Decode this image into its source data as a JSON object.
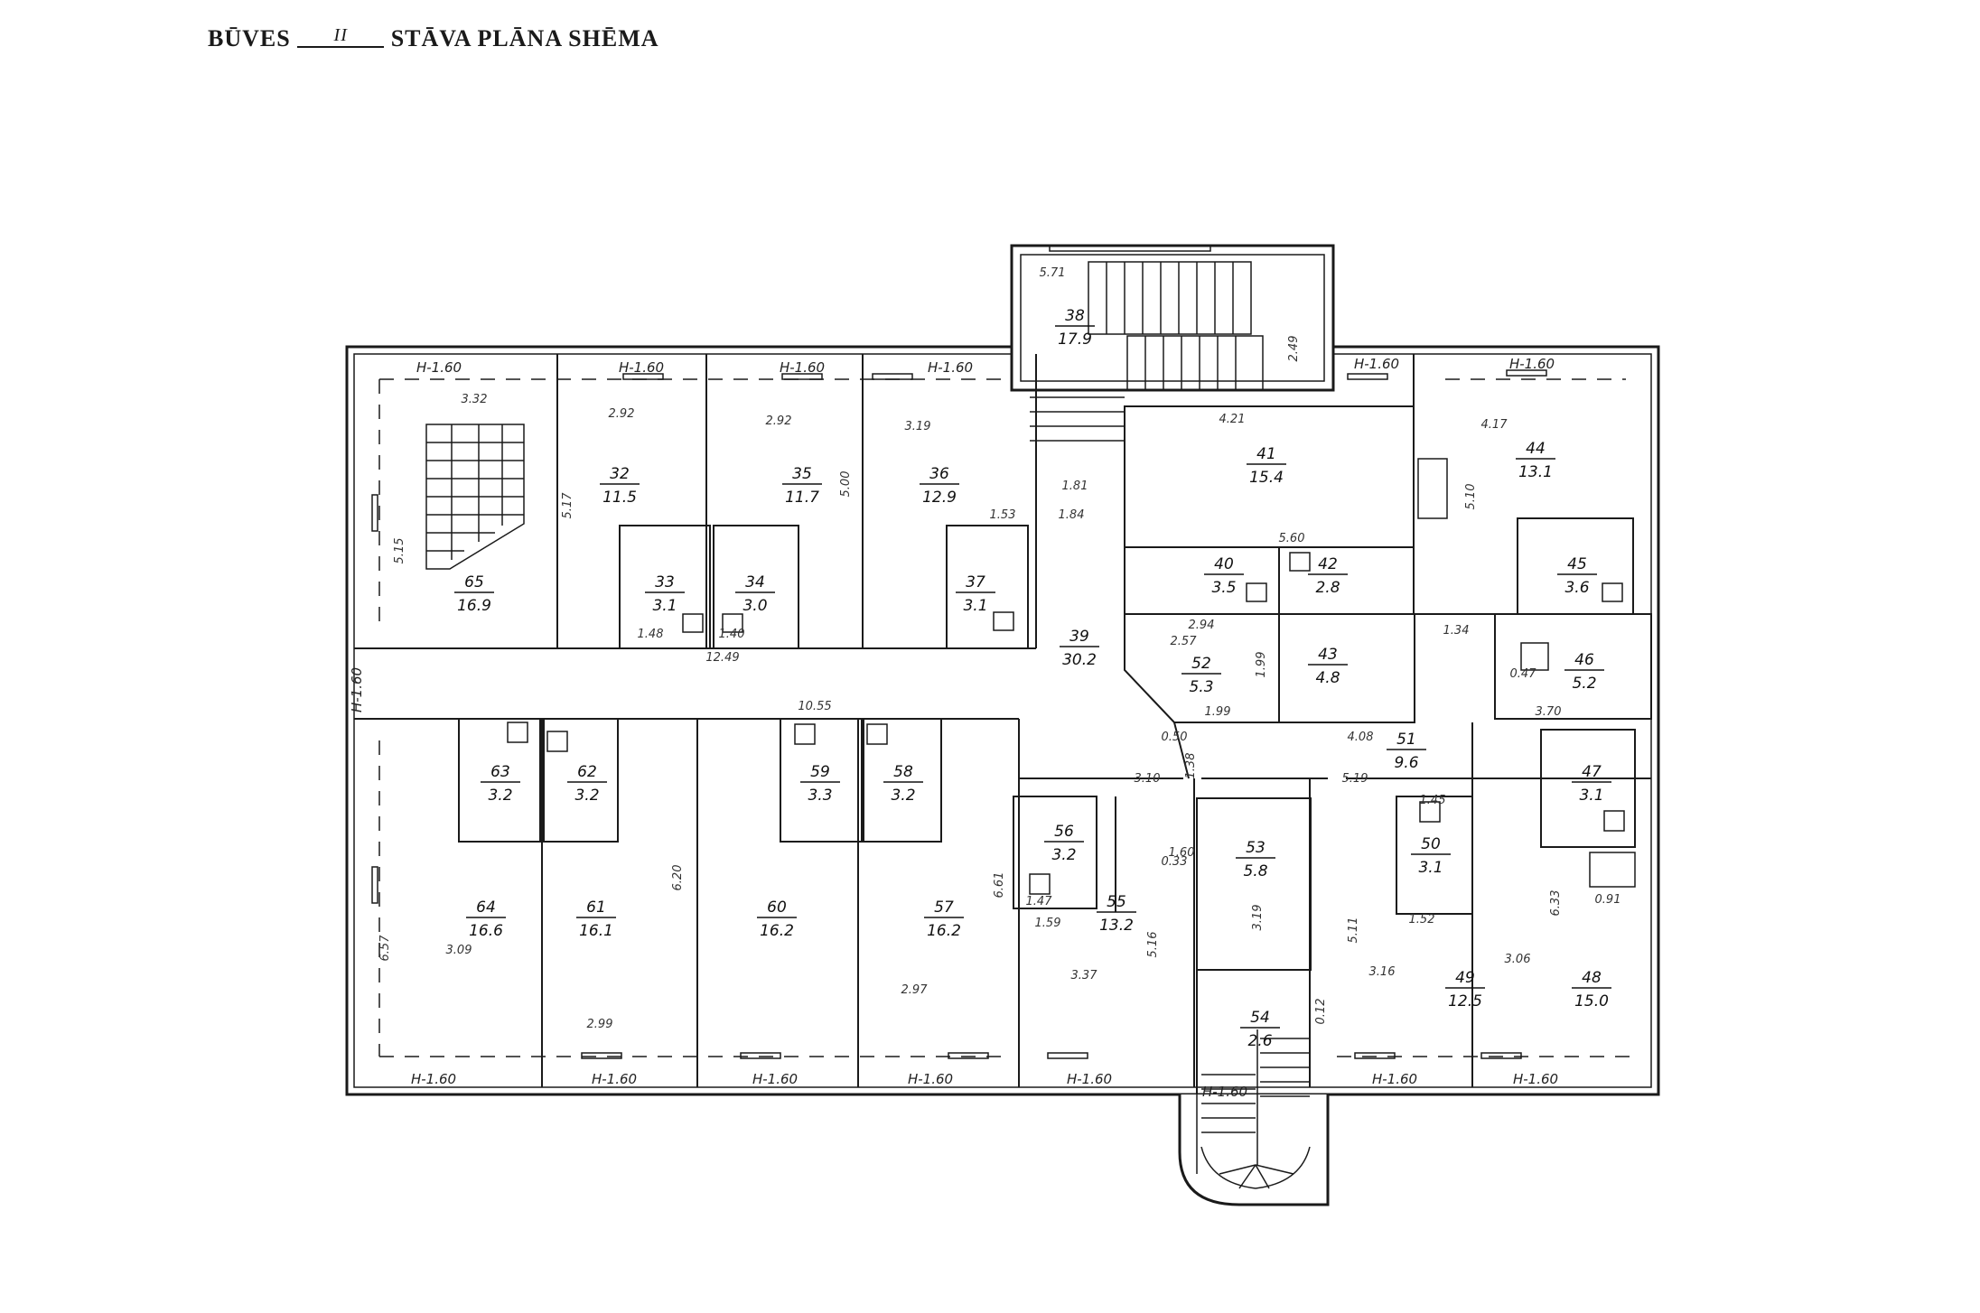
{
  "title": {
    "before": "BŪVES",
    "floor": "II",
    "after": "STĀVA PLĀNA SHĒMA"
  },
  "rooms": [
    {
      "n": "38",
      "a": "17.9"
    },
    {
      "n": "65",
      "a": "16.9"
    },
    {
      "n": "32",
      "a": "11.5"
    },
    {
      "n": "35",
      "a": "11.7"
    },
    {
      "n": "36",
      "a": "12.9"
    },
    {
      "n": "41",
      "a": "15.4"
    },
    {
      "n": "44",
      "a": "13.1"
    },
    {
      "n": "33",
      "a": "3.1"
    },
    {
      "n": "34",
      "a": "3.0"
    },
    {
      "n": "37",
      "a": "3.1"
    },
    {
      "n": "40",
      "a": "3.5"
    },
    {
      "n": "42",
      "a": "2.8"
    },
    {
      "n": "45",
      "a": "3.6"
    },
    {
      "n": "39",
      "a": "30.2"
    },
    {
      "n": "52",
      "a": "5.3"
    },
    {
      "n": "43",
      "a": "4.8"
    },
    {
      "n": "46",
      "a": "5.2"
    },
    {
      "n": "51",
      "a": "9.6"
    },
    {
      "n": "63",
      "a": "3.2"
    },
    {
      "n": "62",
      "a": "3.2"
    },
    {
      "n": "59",
      "a": "3.3"
    },
    {
      "n": "58",
      "a": "3.2"
    },
    {
      "n": "47",
      "a": "3.1"
    },
    {
      "n": "56",
      "a": "3.2"
    },
    {
      "n": "53",
      "a": "5.8"
    },
    {
      "n": "50",
      "a": "3.1"
    },
    {
      "n": "64",
      "a": "16.6"
    },
    {
      "n": "61",
      "a": "16.1"
    },
    {
      "n": "60",
      "a": "16.2"
    },
    {
      "n": "57",
      "a": "16.2"
    },
    {
      "n": "55",
      "a": "13.2"
    },
    {
      "n": "49",
      "a": "12.5"
    },
    {
      "n": "48",
      "a": "15.0"
    },
    {
      "n": "54",
      "a": "2.6"
    }
  ],
  "heights": [
    "H-1.60",
    "H-1.60",
    "H-1.60",
    "H-1.60",
    "H-1.60",
    "H-1.60",
    "H-1.60",
    "H-1.60",
    "H-1.60",
    "H-1.60",
    "H-1.60",
    "H-1.60",
    "H-1.60",
    "H-1.60",
    "H-1.60"
  ],
  "dimensions": [
    "5.71",
    "3.32",
    "2.92",
    "2.92",
    "3.19",
    "4.21",
    "4.17",
    "5.15",
    "5.17",
    "5.00",
    "5.10",
    "2.49",
    "1.84",
    "1.81",
    "5.60",
    "2.94",
    "1.34",
    "12.49",
    "10.55",
    "3.10",
    "5.19",
    "4.08",
    "1.99",
    "1.99",
    "6.57",
    "3.09",
    "6.20",
    "6.61",
    "2.97",
    "2.99",
    "3.37",
    "5.16",
    "3.19",
    "5.11",
    "3.16",
    "6.33",
    "3.06",
    "0.91",
    "1.59",
    "1.52",
    "1.47",
    "0.12",
    "1.45",
    "1.48",
    "1.40",
    "1.53",
    "2.57",
    "0.47",
    "3.70",
    "1.60",
    "0.50",
    "1.38",
    "0.33"
  ]
}
